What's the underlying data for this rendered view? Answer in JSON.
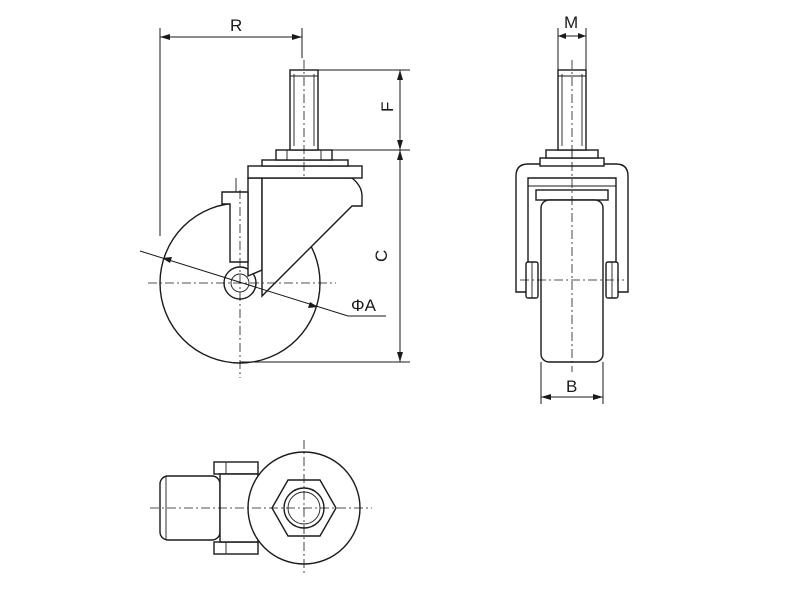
{
  "labels": {
    "R": "R",
    "M": "M",
    "F": "F",
    "C": "C",
    "A": "ΦA",
    "B": "B"
  }
}
